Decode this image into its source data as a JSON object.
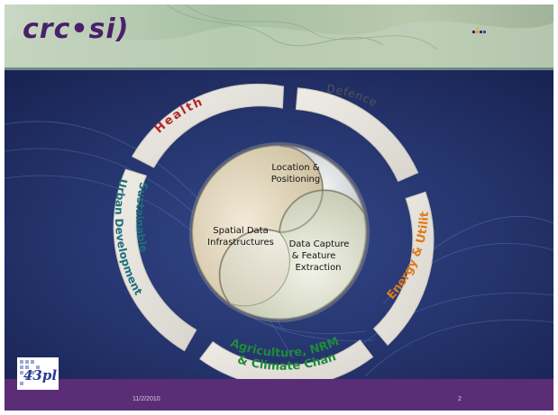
{
  "logo": {
    "text": "crc•si"
  },
  "diagram": {
    "outer_segments": [
      {
        "id": "health",
        "label": "Health",
        "color": "#b3242b"
      },
      {
        "id": "defence",
        "label": "Defence",
        "color": "#555555"
      },
      {
        "id": "energy",
        "label": "Energy & Utilities",
        "color": "#e07a1a"
      },
      {
        "id": "agriculture",
        "label_lines": [
          "Agriculture, NRM",
          "& Climate Change"
        ],
        "color": "#1e8a3a"
      },
      {
        "id": "urban",
        "label_lines": [
          "Sustainable",
          "Urban Development"
        ],
        "color": "#1f6e7a"
      }
    ],
    "core_segments": [
      {
        "id": "location",
        "label_lines": [
          "Location &",
          "Positioning"
        ]
      },
      {
        "id": "data-capture",
        "label_lines": [
          "Data Capture",
          "& Feature",
          "Extraction"
        ]
      },
      {
        "id": "sdi",
        "label_lines": [
          "Spatial Data",
          "Infrastructures"
        ]
      }
    ]
  },
  "footer": {
    "date": "11/2/2010",
    "page": "2"
  },
  "pi_logo": {
    "text": "43pl"
  },
  "colors": {
    "background": "#1f2a5c",
    "footer": "#5a2d76",
    "banner": "#a9c0a6",
    "ring": "#e4e2dc"
  }
}
